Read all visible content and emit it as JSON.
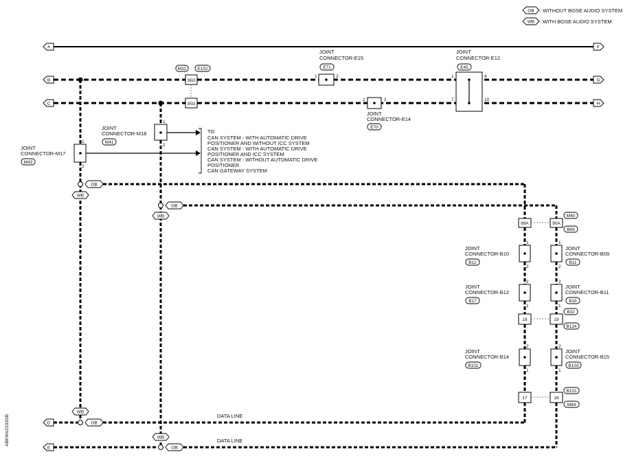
{
  "legend": {
    "ob": {
      "code": "OB",
      "text": ": WITHOUT BOSE AUDIO SYSTEM"
    },
    "wb": {
      "code": "WB",
      "text": ": WITH BOSE AUDIO SYSTEM"
    }
  },
  "terminals": {
    "a": "A",
    "b": "B",
    "c": "C",
    "d": "D",
    "e": "E",
    "f": "F",
    "g": "G",
    "h": "H"
  },
  "connectors": {
    "m31": "M31",
    "e152": "E152",
    "t36g": "36G",
    "t35g": "35G",
    "e15_label1": "JOINT",
    "e15_label2": "CONNECTOR-E15",
    "e71": "E71",
    "e12_label1": "JOINT",
    "e12_label2": "CONNECTOR-E12",
    "e45": "E45",
    "e14_label1": "JOINT",
    "e14_label2": "CONNECTOR-E14",
    "e70": "E70",
    "m18_label1": "JOINT",
    "m18_label2": "CONNECTOR-M18",
    "m41": "M41",
    "m17_label1": "JOINT",
    "m17_label2": "CONNECTOR-M17",
    "m43": "M43",
    "m40": "M40",
    "b69": "B69",
    "t89a": "89A",
    "t90a": "90A",
    "b10_label1": "JOINT",
    "b10_label2": "CONNECTOR-B10",
    "b12": "B12",
    "b09_label1": "JOINT",
    "b09_label2": "CONNECTOR-B09",
    "b11": "B11",
    "b12c_label1": "JOINT",
    "b12c_label2": "CONNECTOR-B12",
    "b17": "B17",
    "b11c_label1": "JOINT",
    "b11c_label2": "CONNECTOR-B11",
    "b16": "B16",
    "b32": "B32",
    "b124": "B124",
    "t18a": "18",
    "t19": "19",
    "b14_label1": "JOINT",
    "b14_label2": "CONNECTOR-B14",
    "b102": "B102",
    "b15_label1": "JOINT",
    "b15_label2": "CONNECTOR-B15",
    "b103": "B103",
    "b101": "B101",
    "m84": "M84",
    "t17": "17",
    "t18b": "18"
  },
  "pins": {
    "p1": "1",
    "p2": "2",
    "p4": "4",
    "p7": "7",
    "p10": "10"
  },
  "to_block": {
    "title": "TO",
    "lines": [
      "CAN SYSTEM - WITH AUTOMATIC DRIVE",
      "POSITIONER AND WITHOUT ICC SYSTEM",
      "CAN SYSTEM - WITH AUTOMATIC DRIVE",
      "POSITIONER AND ICC SYSTEM",
      "CAN SYSTEM - WITHOUT AUTOMATIC DRIVE",
      "POSITIONER",
      "CAN GATEWAY SYSTEM"
    ]
  },
  "wire_tags": {
    "ob": "OB",
    "wb": "WB"
  },
  "data_line_d": "DATA LINE",
  "data_line_e": "DATA LINE",
  "figure_code": "ABKWA2103GB"
}
